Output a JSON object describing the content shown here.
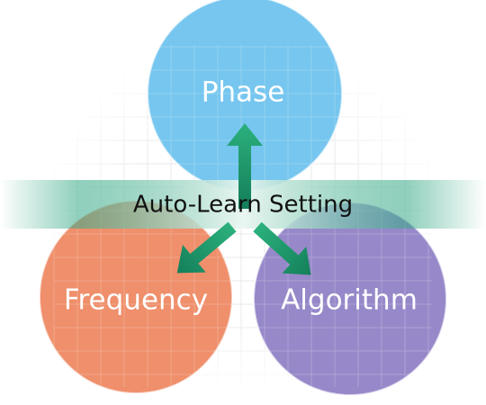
{
  "diagram": {
    "center_label": "Auto-Learn Setting",
    "nodes": [
      {
        "id": "phase",
        "label": "Phase",
        "color": "#6cc2ee"
      },
      {
        "id": "frequency",
        "label": "Frequency",
        "color": "#ee8760"
      },
      {
        "id": "algorithm",
        "label": "Algorithm",
        "color": "#8f7fc5"
      }
    ],
    "colors": {
      "band": "#36a987",
      "arrow": "#1f9a6c",
      "grid": "#e3e3e3"
    }
  }
}
